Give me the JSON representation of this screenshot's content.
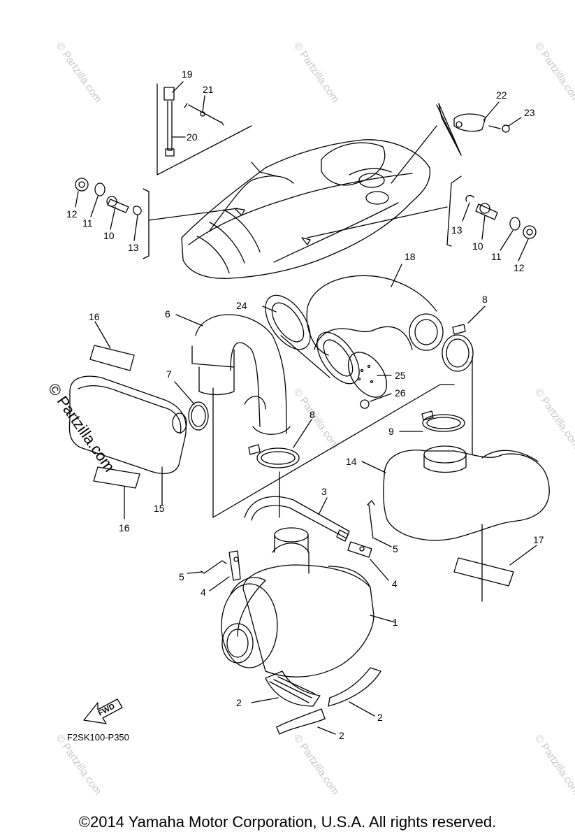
{
  "watermark": "© Partzilla.com",
  "watermark_main": "© Partzilla.com",
  "diagram_code": "F2SK100-P350",
  "fwd_label": "FWD",
  "copyright": "©2014  Yamaha Motor Corporation, U.S.A. All rights reserved.",
  "callouts": [
    "19",
    "21",
    "20",
    "22",
    "23",
    "12",
    "11",
    "10",
    "13",
    "13",
    "10",
    "11",
    "12",
    "18",
    "24",
    "6",
    "16",
    "8",
    "7",
    "25",
    "26",
    "8",
    "9",
    "14",
    "16",
    "15",
    "3",
    "5",
    "5",
    "4",
    "4",
    "17",
    "1",
    "2",
    "2",
    "2"
  ]
}
